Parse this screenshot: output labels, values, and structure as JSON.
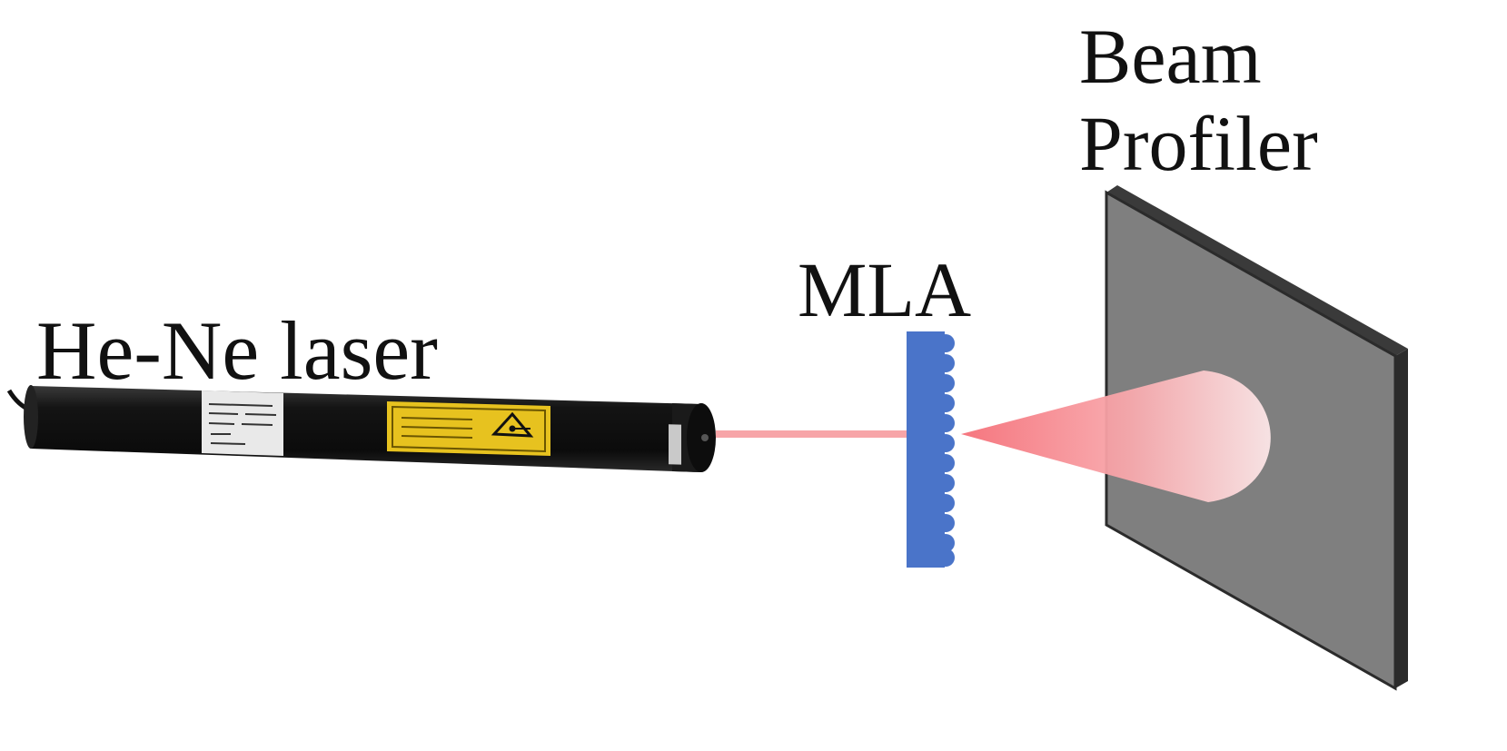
{
  "labels": {
    "laser": "He-Ne laser",
    "mla": "MLA",
    "profiler_line1": "Beam",
    "profiler_line2": "Profiler"
  },
  "colors": {
    "laser_body": "#111111",
    "beam": "#f7a5a8",
    "mla": "#4a74c9",
    "screen_face": "#7f7f7f",
    "screen_edge": "#2b2b2b",
    "warning_label": "#e7c21f"
  },
  "icons": {
    "laser_tube": "laser-tube-icon",
    "warning": "laser-warning-icon",
    "mla": "microlens-array-icon",
    "screen": "beam-profiler-screen-icon"
  }
}
